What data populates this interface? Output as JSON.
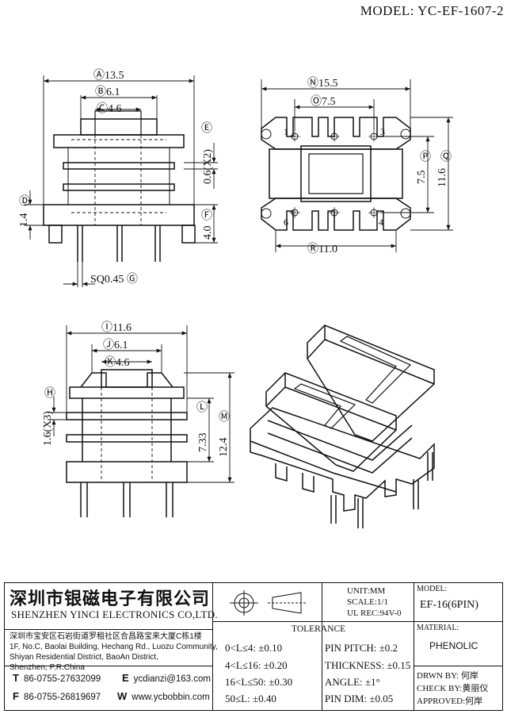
{
  "header": {
    "model": "MODEL: YC-EF-1607-2"
  },
  "front_view": {
    "dim_A": "Ⓐ13.5",
    "dim_B": "Ⓑ6.1",
    "dim_C": "Ⓒ4.6",
    "dim_E_label": "Ⓔ",
    "dim_E_value": "0.6(X2)",
    "dim_D_label": "Ⓓ",
    "dim_D_value": "1.4",
    "dim_F_label": "Ⓕ",
    "dim_F_value": "4.0",
    "dim_G": "SQ0.45 Ⓖ"
  },
  "top_view": {
    "dim_N": "Ⓝ15.5",
    "dim_O": "Ⓞ7.5",
    "dim_R": "Ⓡ11.0",
    "dim_P_label": "Ⓟ",
    "dim_P_value": "7.5",
    "dim_Q_label": "Ⓠ",
    "dim_Q_value": "11.6",
    "pin1": "1",
    "pin3": "3",
    "pin4": "4",
    "pin6": "6"
  },
  "side_view": {
    "dim_I": "Ⓘ11.6",
    "dim_J": "Ⓙ6.1",
    "dim_K": "Ⓚ4.6",
    "dim_H_label": "Ⓗ",
    "dim_H_value": "1.6(X3)",
    "dim_L_label": "Ⓛ",
    "dim_L_value": "7.33",
    "dim_M_label": "Ⓜ",
    "dim_M_value": "12.4"
  },
  "title_block": {
    "company_cn": "深圳市银磁电子有限公司",
    "company_en": "SHENZHEN YINCI ELECTRONICS CO,LTD.",
    "address_cn": "深圳市宝安区石岩街道罗租社区合昌路宝来大厦C栋1楼",
    "address_en_1": "1F, No.C, Baolai Building, Hechang Rd., Luozu Community,",
    "address_en_2": "Shiyan Residential District, BaoAn District,",
    "address_en_3": "Shenzhen, P.R.China",
    "tel_label": "T",
    "tel": "86-0755-27632099",
    "fax_label": "F",
    "fax": "86-0755-26819697",
    "email_label": "E",
    "email": "ycdianzi@163.com",
    "web_label": "W",
    "web": "www.ycbobbin.com",
    "unit": "UNIT:MM",
    "scale": "SCALE:1/1",
    "ul_rec": "UL REC:94V-0",
    "model_label": "MODEL:",
    "model_value": "EF-16(6PIN)",
    "tolerance_title": "TOLERANCE",
    "tol_1": "0<L≤4: ±0.10",
    "tol_2": "4<L≤16: ±0.20",
    "tol_3": "16<L≤50: ±0.30",
    "tol_4": "50≤L: ±0.40",
    "pin_pitch": "PIN PITCH: ±0.2",
    "thickness": "THICKNESS: ±0.15",
    "angle": "ANGLE: ±1°",
    "pin_dim": "PIN DIM: ±0.05",
    "material_label": "MATERIAL:",
    "material_value": "PHENOLIC",
    "drawn_by": "DRWN BY: 何岸",
    "check_by": "CHECK BY:黄丽仪",
    "approved": "APPROVED:何岸"
  }
}
